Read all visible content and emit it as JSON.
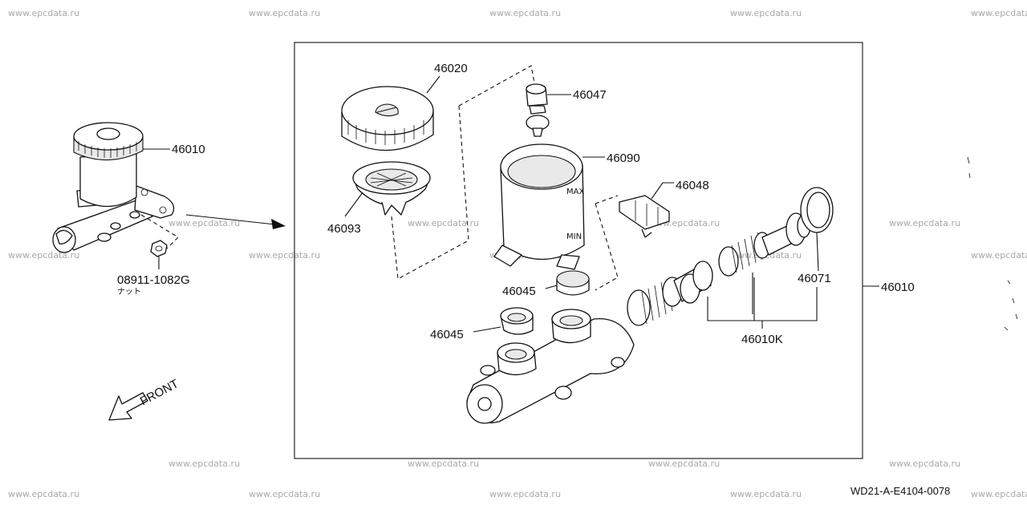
{
  "watermark": "www.epcdata.ru",
  "diagram_code": "WD21-A-E4104-0078",
  "direction": "FRONT",
  "parts": {
    "assembly_left": "46010",
    "assembly_right": "46010",
    "reservoir_cap": "46020",
    "cap_bolt": "46047",
    "reservoir_tank": "46090",
    "strainer": "46093",
    "connector": "46048",
    "grommet_upper": "46045",
    "grommet_lower": "46045",
    "piston_seal": "46071",
    "repair_kit": "46010K",
    "nut": "08911-1082G",
    "nut_note": "ナット"
  }
}
